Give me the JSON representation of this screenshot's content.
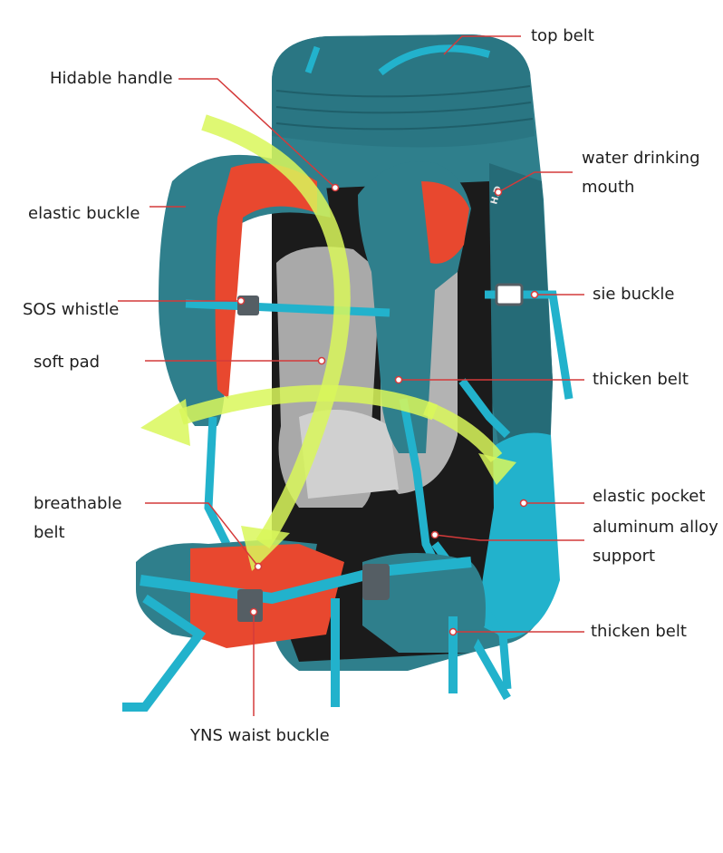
{
  "labels": {
    "top_belt": "top belt",
    "hidable_handle": "Hidable handle",
    "water_drinking_mouth": [
      "water drinking",
      "mouth"
    ],
    "elastic_buckle": "elastic buckle",
    "sie_buckle": "sie buckle",
    "sos_whistle": "SOS whistle",
    "soft_pad": "soft pad",
    "thicken_belt_upper": "thicken belt",
    "breathable_belt": [
      "breathable",
      "belt"
    ],
    "elastic_pocket": "elastic pocket",
    "aluminum_alloy_support": [
      "aluminum alloy",
      "support"
    ],
    "thicken_belt_lower": "thicken belt",
    "yns_waist_buckle": "YNS waist buckle"
  },
  "bag_print": "H.D",
  "colors": {
    "leader_line": "#d43a3a",
    "body_teal": "#2f7f8c",
    "body_teal_dark": "#1f5f6a",
    "strap_cyan": "#22b2cc",
    "back_pad_red": "#e8482f",
    "mesh_gray": "#a9a9a9",
    "arrow_lime": "#d9f75a",
    "label_text": "#1e1e1e"
  }
}
